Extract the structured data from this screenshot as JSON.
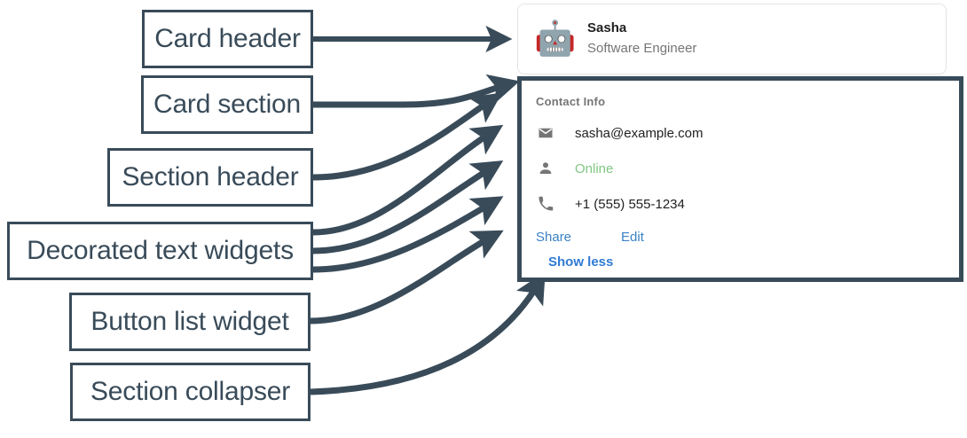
{
  "annotations": [
    {
      "id": "card-header",
      "label": "Card header"
    },
    {
      "id": "card-section",
      "label": "Card section"
    },
    {
      "id": "section-header",
      "label": "Section header"
    },
    {
      "id": "decorated-text",
      "label": "Decorated text widgets"
    },
    {
      "id": "button-list",
      "label": "Button list widget"
    },
    {
      "id": "section-collapser",
      "label": "Section collapser"
    }
  ],
  "card": {
    "header": {
      "avatar_icon": "robot-avatar-icon",
      "avatar_glyph": "🤖",
      "title": "Sasha",
      "subtitle": "Software Engineer"
    },
    "section": {
      "header": "Contact Info",
      "rows": [
        {
          "icon": "email-icon",
          "text": "sasha@example.com",
          "color": "#212121"
        },
        {
          "icon": "person-icon",
          "text": "Online",
          "color": "#81C784"
        },
        {
          "icon": "phone-icon",
          "text": "+1 (555) 555-1234",
          "color": "#212121"
        }
      ],
      "buttons": [
        {
          "label": "Share"
        },
        {
          "label": "Edit"
        }
      ],
      "collapser": {
        "label": "Show less"
      }
    }
  },
  "colors": {
    "annotation": "#394B59",
    "link": "#3B82C4",
    "collapser_link": "#2F7BD4",
    "status_green": "#81C784",
    "muted_text": "#757575",
    "primary_text": "#212121",
    "card_border": "#e4e4e4"
  }
}
